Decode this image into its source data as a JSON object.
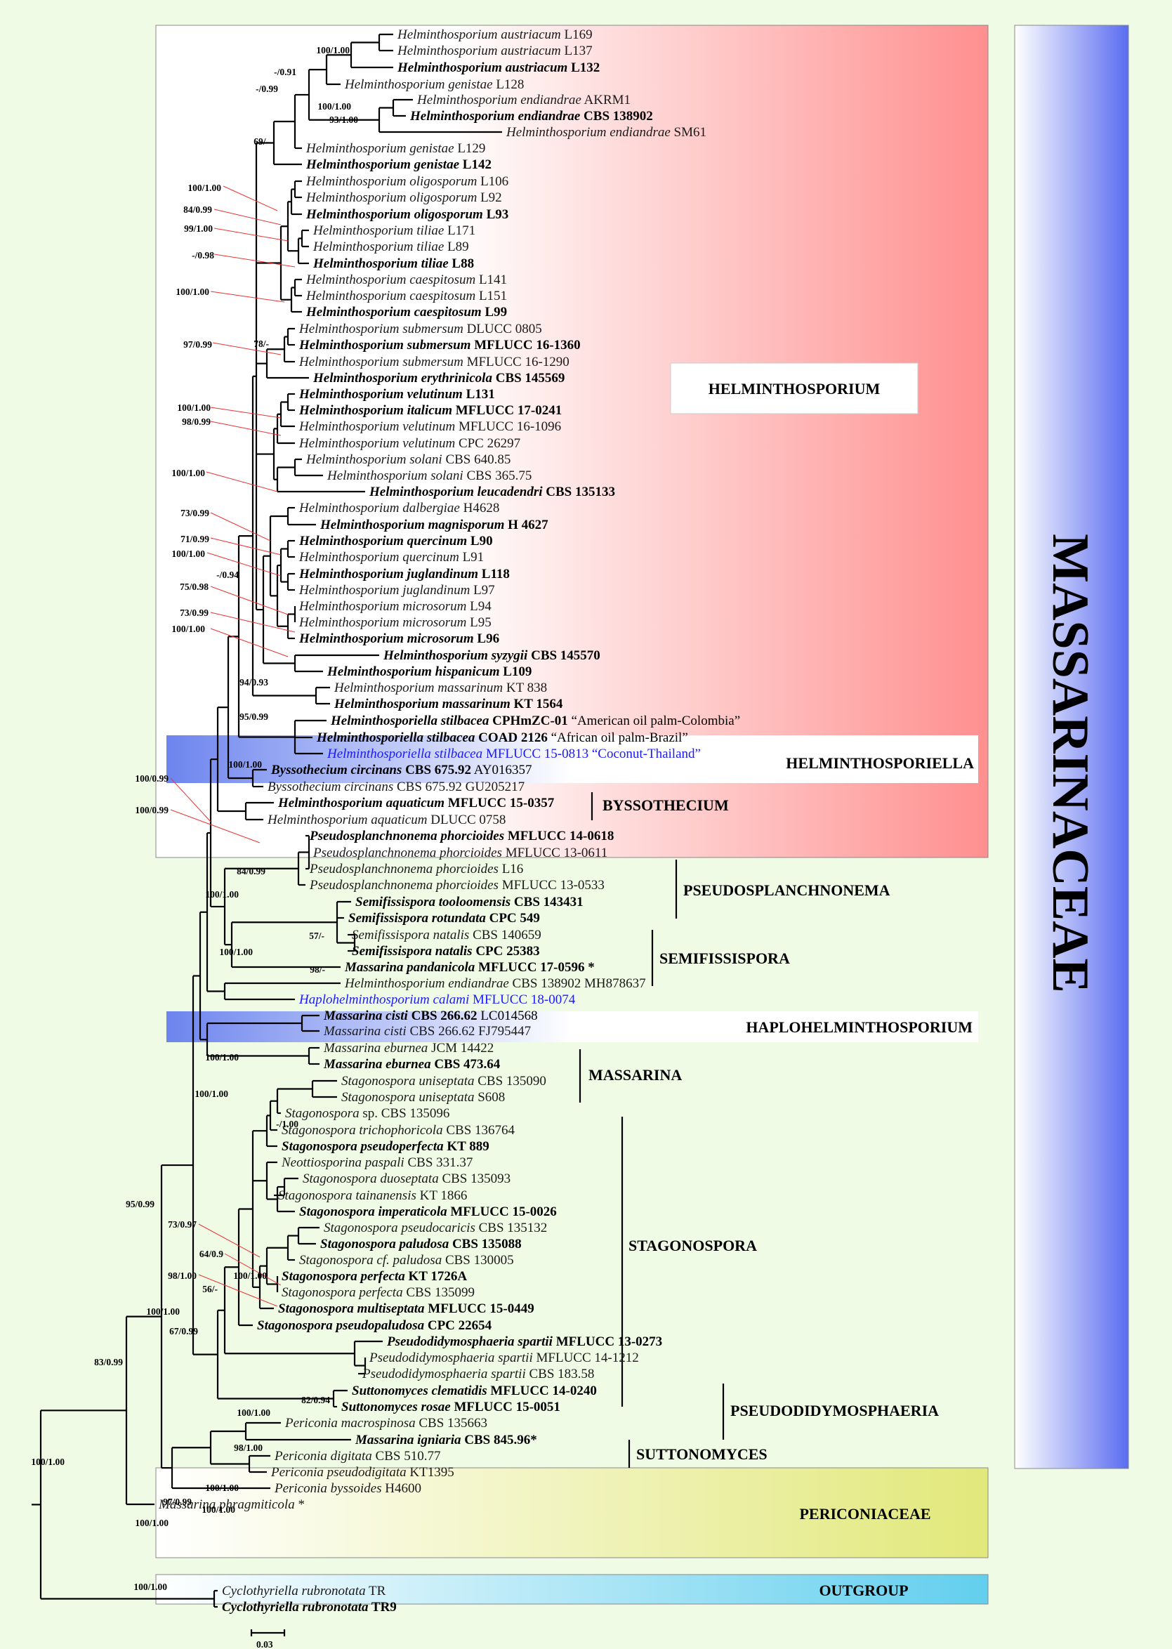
{
  "family_label": "MASSARINACEAE",
  "scale_label": "0.03",
  "clade_labels": [
    "HELMINTHOSPORIUM",
    "HELMINTHOSPORIELLA",
    "BYSSOTHECIUM",
    "PSEUDOSPLANCHNONEMA",
    "SEMIFISSISPORA",
    "HAPLOHELMINTHOSPORIUM",
    "MASSARINA",
    "STAGONOSPORA",
    "PSEUDODIDYMOSPHAERIA",
    "SUTTONOMYCES",
    "PERICONIACEAE",
    "OUTGROUP"
  ],
  "taxa": [
    {
      "name": "Helminthosporium austriacum",
      "voucher": "L169"
    },
    {
      "name": "Helminthosporium austriacum",
      "voucher": "L137"
    },
    {
      "name": "Helminthosporium austriacum",
      "voucher": "L132",
      "bold": true
    },
    {
      "name": "Helminthosporium genistae",
      "voucher": "L128"
    },
    {
      "name": "Helminthosporium endiandrae",
      "voucher": "AKRM1"
    },
    {
      "name": "Helminthosporium endiandrae",
      "voucher": "CBS 138902",
      "bold": true
    },
    {
      "name": "Helminthosporium endiandrae",
      "voucher": "SM61"
    },
    {
      "name": "Helminthosporium genistae",
      "voucher": "L129"
    },
    {
      "name": "Helminthosporium genistae",
      "voucher": "L142",
      "bold": true
    },
    {
      "name": "Helminthosporium oligosporum",
      "voucher": "L106"
    },
    {
      "name": "Helminthosporium oligosporum",
      "voucher": "L92"
    },
    {
      "name": "Helminthosporium oligosporum",
      "voucher": "L93",
      "bold": true
    },
    {
      "name": "Helminthosporium tiliae",
      "voucher": "L171"
    },
    {
      "name": "Helminthosporium tiliae",
      "voucher": "L89"
    },
    {
      "name": "Helminthosporium tiliae",
      "voucher": "L88",
      "bold": true
    },
    {
      "name": "Helminthosporium caespitosum",
      "voucher": "L141"
    },
    {
      "name": "Helminthosporium caespitosum",
      "voucher": "L151"
    },
    {
      "name": "Helminthosporium caespitosum",
      "voucher": "L99",
      "bold": true
    },
    {
      "name": "Helminthosporium submersum",
      "voucher": "DLUCC 0805"
    },
    {
      "name": "Helminthosporium submersum",
      "voucher": "MFLUCC 16-1360",
      "bold": true
    },
    {
      "name": "Helminthosporium submersum",
      "voucher": "MFLUCC 16-1290"
    },
    {
      "name": "Helminthosporium erythrinicola",
      "voucher": "CBS 145569",
      "bold": true
    },
    {
      "name": "Helminthosporium velutinum",
      "voucher": "L131",
      "bold": true
    },
    {
      "name": "Helminthosporium italicum",
      "voucher": "MFLUCC 17-0241",
      "bold": true
    },
    {
      "name": "Helminthosporium velutinum",
      "voucher": "MFLUCC 16-1096"
    },
    {
      "name": "Helminthosporium velutinum",
      "voucher": "CPC 26297"
    },
    {
      "name": "Helminthosporium solani",
      "voucher": "CBS 640.85"
    },
    {
      "name": "Helminthosporium solani",
      "voucher": "CBS 365.75"
    },
    {
      "name": "Helminthosporium leucadendri",
      "voucher": "CBS 135133",
      "bold": true
    },
    {
      "name": "Helminthosporium dalbergiae",
      "voucher": "H4628"
    },
    {
      "name": "Helminthosporium magnisporum",
      "voucher": "H 4627",
      "bold": true
    },
    {
      "name": "Helminthosporium quercinum",
      "voucher": "L90",
      "bold": true
    },
    {
      "name": "Helminthosporium quercinum",
      "voucher": "L91"
    },
    {
      "name": "Helminthosporium juglandinum",
      "voucher": "L118",
      "bold": true
    },
    {
      "name": "Helminthosporium juglandinum",
      "voucher": "L97"
    },
    {
      "name": "Helminthosporium microsorum",
      "voucher": "L94"
    },
    {
      "name": "Helminthosporium microsorum",
      "voucher": "L95"
    },
    {
      "name": "Helminthosporium microsorum",
      "voucher": "L96",
      "bold": true
    },
    {
      "name": "Helminthosporium syzygii",
      "voucher": "CBS 145570",
      "bold": true
    },
    {
      "name": "Helminthosporium hispanicum",
      "voucher": "L109",
      "bold": true
    },
    {
      "name": "Helminthosporium massarinum",
      "voucher": "KT 838"
    },
    {
      "name": "Helminthosporium massarinum",
      "voucher": "KT 1564",
      "bold": true
    },
    {
      "name": "Helminthosporiella stilbacea",
      "voucher": "CPHmZC-01",
      "note": "“American oil palm-Colombia”",
      "bold": true
    },
    {
      "name": "Helminthosporiella stilbacea",
      "voucher": "COAD 2126",
      "note": "“African oil palm-Brazil”",
      "bold": true
    },
    {
      "name": "Helminthosporiella stilbacea",
      "voucher": "MFLUCC 15-0813 “Coconut-Thailand”",
      "blue": true
    },
    {
      "name": "Byssothecium circinans",
      "voucher": "CBS 675.92",
      "note": "AY016357",
      "bold": true
    },
    {
      "name": "Byssothecium circinans",
      "voucher": "CBS 675.92  GU205217"
    },
    {
      "name": "Helminthosporium aquaticum",
      "voucher": "MFLUCC 15-0357",
      "bold": true
    },
    {
      "name": "Helminthosporium aquaticum",
      "voucher": "DLUCC 0758"
    },
    {
      "name": "Pseudosplanchnonema phorcioides",
      "voucher": "MFLUCC 14-0618",
      "bold": true
    },
    {
      "name": "Pseudosplanchnonema phorcioides",
      "voucher": "MFLUCC 13-0611"
    },
    {
      "name": "Pseudosplanchnonema phorcioides",
      "voucher": "L16"
    },
    {
      "name": "Pseudosplanchnonema phorcioides",
      "voucher": "MFLUCC 13-0533"
    },
    {
      "name": "Semifissispora tooloomensis",
      "voucher": "CBS 143431",
      "bold": true
    },
    {
      "name": "Semifissispora rotundata",
      "voucher": "CPC 549",
      "bold": true
    },
    {
      "name": "Semifissispora natalis",
      "voucher": "CBS 140659"
    },
    {
      "name": "Semifissispora natalis",
      "voucher": "CPC 25383",
      "bold": true
    },
    {
      "name": "Massarina pandanicola",
      "voucher": "MFLUCC 17-0596 *",
      "bold": true
    },
    {
      "name": "Helminthosporium endiandrae",
      "voucher": "CBS 138902 MH878637"
    },
    {
      "name": "Haplohelminthosporium calami",
      "voucher": "MFLUCC 18-0074",
      "blue": true
    },
    {
      "name": "Massarina cisti",
      "voucher": "CBS 266.62",
      "note": "LC014568",
      "bold": true
    },
    {
      "name": "Massarina cisti",
      "voucher": "CBS 266.62 FJ795447"
    },
    {
      "name": "Massarina eburnea",
      "voucher": "JCM 14422"
    },
    {
      "name": "Massarina eburnea",
      "voucher": "CBS 473.64",
      "bold": true
    },
    {
      "name": "Stagonospora uniseptata",
      "voucher": "CBS 135090"
    },
    {
      "name": "Stagonospora uniseptata",
      "voucher": "S608"
    },
    {
      "name": "Stagonospora",
      "voucher": "sp. CBS 135096"
    },
    {
      "name": "Stagonospora trichophoricola",
      "voucher": "CBS 136764"
    },
    {
      "name": "Stagonospora pseudoperfecta",
      "voucher": "KT 889",
      "bold": true
    },
    {
      "name": "Neottiosporina paspali",
      "voucher": "CBS 331.37"
    },
    {
      "name": "Stagonospora duoseptata",
      "voucher": "CBS 135093"
    },
    {
      "name": "Stagonospora tainanensis",
      "voucher": "KT 1866"
    },
    {
      "name": "Stagonospora imperaticola",
      "voucher": "MFLUCC 15-0026",
      "bold": true
    },
    {
      "name": "Stagonospora pseudocaricis",
      "voucher": "CBS 135132"
    },
    {
      "name": "Stagonospora paludosa",
      "voucher": "CBS 135088",
      "bold": true
    },
    {
      "name": "Stagonospora cf. paludosa",
      "voucher": "CBS 130005"
    },
    {
      "name": "Stagonospora perfecta",
      "voucher": "KT 1726A",
      "bold": true
    },
    {
      "name": "Stagonospora perfecta",
      "voucher": "CBS 135099"
    },
    {
      "name": "Stagonospora multiseptata",
      "voucher": "MFLUCC 15-0449",
      "bold": true
    },
    {
      "name": "Stagonospora pseudopaludosa",
      "voucher": "CPC 22654",
      "bold": true
    },
    {
      "name": "Pseudodidymosphaeria spartii",
      "voucher": "MFLUCC 13-0273",
      "bold": true
    },
    {
      "name": "Pseudodidymosphaeria spartii",
      "voucher": "MFLUCC 14-1212"
    },
    {
      "name": "Pseudodidymosphaeria spartii",
      "voucher": "CBS 183.58"
    },
    {
      "name": "Suttonomyces clematidis",
      "voucher": "MFLUCC 14-0240",
      "bold": true
    },
    {
      "name": "Suttonomyces rosae",
      "voucher": "MFLUCC 15-0051",
      "bold": true
    },
    {
      "name": "Periconia macrospinosa",
      "voucher": "CBS 135663"
    },
    {
      "name": "Massarina igniaria",
      "voucher": "CBS 845.96*",
      "bold": true
    },
    {
      "name": "Periconia digitata",
      "voucher": "CBS 510.77"
    },
    {
      "name": "Periconia pseudodigitata",
      "voucher": "KT1395"
    },
    {
      "name": "Periconia byssoides",
      "voucher": "H4600"
    },
    {
      "name": "Massarina phragmiticola",
      "voucher": "*"
    },
    {
      "name": "Cyclothyriella rubronotata",
      "voucher": "TR"
    },
    {
      "name": "Cyclothyriella rubronotata",
      "voucher": "TR9",
      "bold": true
    }
  ],
  "supports": [
    "100/1.00",
    "-/0.91",
    "-/0.99",
    "100/1.00",
    "93/1.00",
    "69/-",
    "100/1.00",
    "84/0.99",
    "99/1.00",
    "-/0.98",
    "100/1.00",
    "97/0.99",
    "78/-",
    "100/1.00",
    "98/0.99",
    "100/1.00",
    "73/0.99",
    "71/0.99",
    "100/1.00",
    "-/0.94",
    "75/0.98",
    "73/0.99",
    "100/1.00",
    "94/0.93",
    "95/0.99",
    "100/1.00",
    "100/0.99",
    "100/0.99",
    "84/0.99",
    "100/1.00",
    "57/-",
    "100/1.00",
    "98/-",
    "100/1.00",
    "100/1.00",
    "-/1.00",
    "73/0.97",
    "64/0.9",
    "98/1.00",
    "100/1.00",
    "56/-",
    "100/1.00",
    "67/0.99",
    "82/0.94",
    "100/1.00",
    "98/1.00",
    "95/0.99",
    "83/0.99",
    "100/1.00",
    "100/1.00",
    "97/0.99",
    "100/1.00",
    "100/1.00",
    "100/1.00"
  ],
  "colors": {
    "helminthosporium_box": "#ff8f8f",
    "helminthosporiella_box": "#6c84ee",
    "periconiaceae_box": "#e2e87a",
    "outgroup_box": "#62cfee",
    "family_bar": "#5a6cf0",
    "highlight_text": "#1a1aff",
    "background": "#f0fbe6"
  }
}
